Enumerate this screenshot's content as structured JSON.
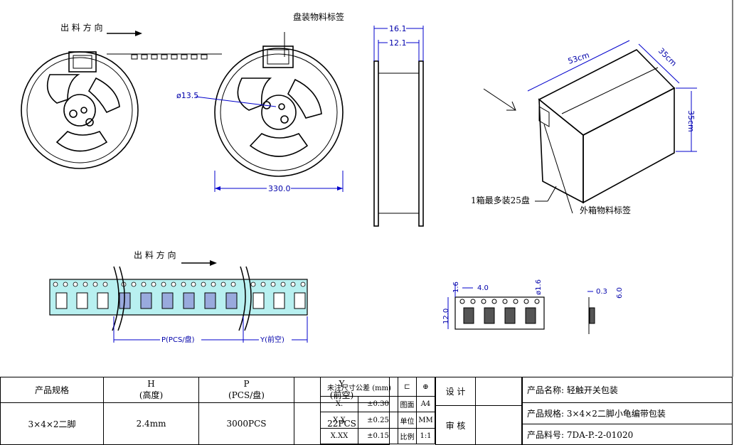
{
  "labels": {
    "direction_top": "出 料 方 向",
    "reel_label": "盘装物料标签",
    "hub_dia": "ø13.5",
    "reel_dia": "330.0",
    "reel_width_outer": "16.1",
    "reel_width_inner": "12.1",
    "box_length": "53cm",
    "box_width": "35cm",
    "box_height": "35cm",
    "box_capacity": "1箱最多装25盘",
    "box_label": "外箱物料标签",
    "direction_tape": "出 料 方 向",
    "p_dim": "P(PCS/盘)",
    "y_dim": "Y(前空)",
    "hole_dim": "1.6",
    "pitch_dim": "4.0",
    "hole_dia": "ø1.6",
    "tape_width": "12.0",
    "carrier_thk": "0.3",
    "pocket_depth": "6.0"
  },
  "table": {
    "headers": {
      "spec": "产品规格",
      "h": "H",
      "h_sub": "(高度)",
      "p": "P",
      "p_sub": "(PCS/盘)",
      "y": "Y",
      "y_sub": "(前空)"
    },
    "row": {
      "spec": "3×4×2二脚",
      "h": "2.4mm",
      "p": "3000PCS",
      "y": "22PCS"
    },
    "tolerance": {
      "title": "未注尺寸公差 (mm)",
      "rows": [
        {
          "k": "X.",
          "v": "±0.30"
        },
        {
          "k": "X.X",
          "v": "±0.25"
        },
        {
          "k": "X.XX",
          "v": "±0.15"
        }
      ]
    },
    "sheet": {
      "size_label": "图面",
      "size_val": "A4",
      "unit_label": "单位",
      "unit_val": "MM",
      "scale_label": "比例",
      "scale_val": "1:1"
    },
    "design": "设 计",
    "review": "审 核",
    "product_name": "产品名称: 轻触开关包装",
    "product_spec": "产品规格: 3×4×2二脚小龟编带包装",
    "product_no": "产品料号: 7DA-P.-2-01020"
  }
}
